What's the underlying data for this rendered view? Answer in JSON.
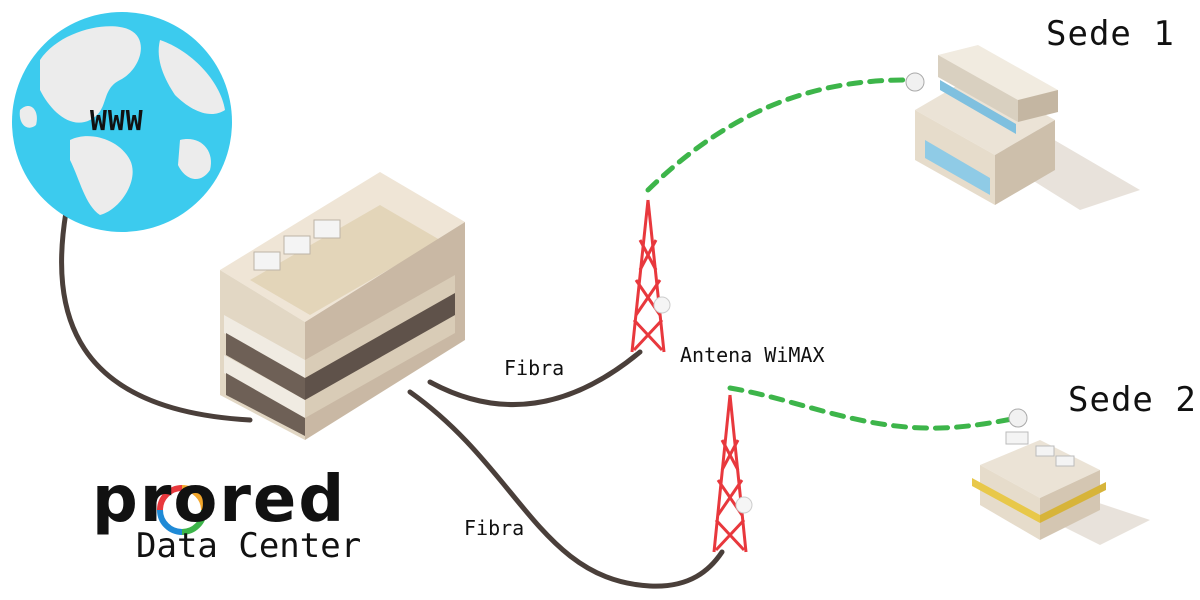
{
  "labels": {
    "www": "WWW",
    "sede1": "Sede 1",
    "sede2": "Sede 2",
    "antena": "Antena WiMAX",
    "fibra1": "Fibra",
    "fibra2": "Fibra"
  },
  "brand": {
    "name": "prored",
    "subtitle": "Data Center"
  },
  "colors": {
    "cable": "#4a3f3a",
    "wireless_link": "#3db54a",
    "globe_ocean": "#3ccbee",
    "globe_land": "#ececec",
    "tower": "#e8383d",
    "building": "#e6dccb"
  }
}
